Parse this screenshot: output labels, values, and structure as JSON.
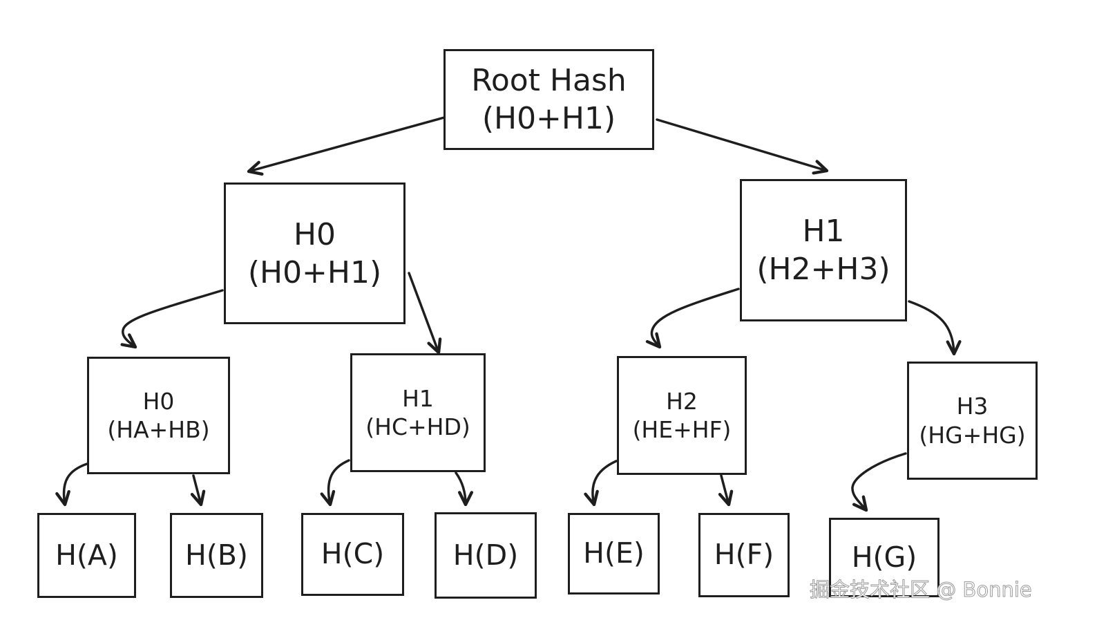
{
  "nodes": {
    "root": {
      "line1": "Root Hash",
      "line2": "(H0+H1)"
    },
    "h0_mid": {
      "line1": "H0",
      "line2": "(H0+H1)"
    },
    "h1_mid": {
      "line1": "H1",
      "line2": "(H2+H3)"
    },
    "h0_small": {
      "line1": "H0",
      "line2": "(HA+HB)"
    },
    "h1_small": {
      "line1": "H1",
      "line2": "(HC+HD)"
    },
    "h2_small": {
      "line1": "H2",
      "line2": "(HE+HF)"
    },
    "h3_small": {
      "line1": "H3",
      "line2": "(HG+HG)"
    },
    "leaves": [
      "H(A)",
      "H(B)",
      "H(C)",
      "H(D)",
      "H(E)",
      "H(F)",
      "H(G)"
    ]
  },
  "watermark": "掘金技术社区 @ Bonnie"
}
